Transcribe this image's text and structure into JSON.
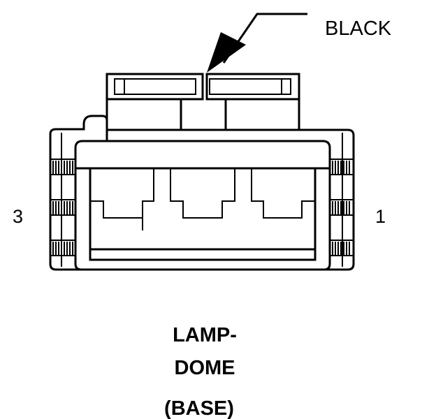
{
  "callout": {
    "label": "BLACK"
  },
  "pins": {
    "left": "3",
    "right": "1"
  },
  "caption": {
    "line1": "LAMP-",
    "line2": "DOME",
    "line3": "(BASE)"
  },
  "colors": {
    "ink": "#000000",
    "background": "#ffffff"
  }
}
